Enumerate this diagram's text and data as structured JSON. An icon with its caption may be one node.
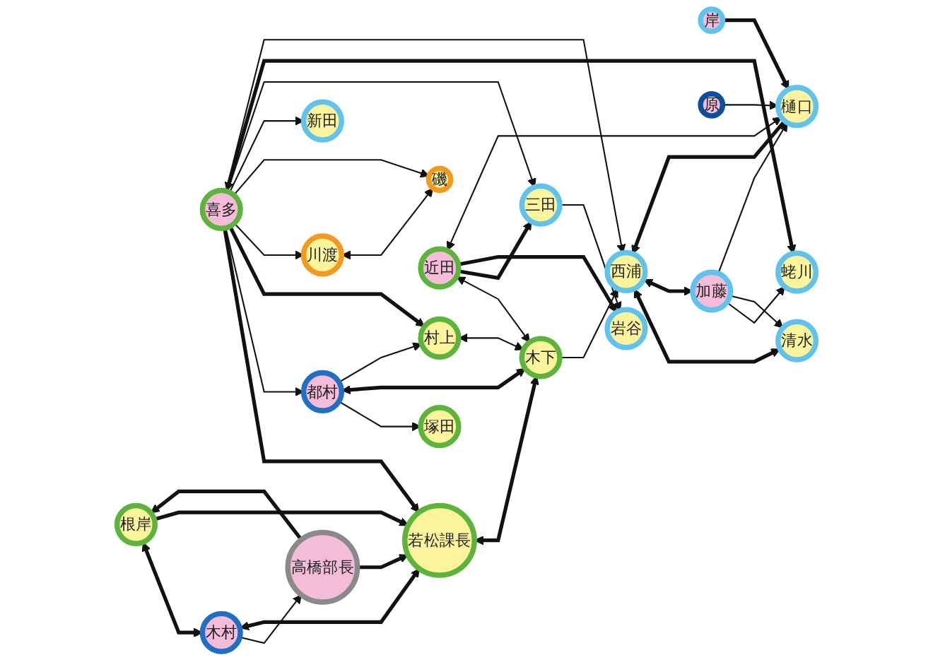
{
  "diagram": {
    "nodes": [
      {
        "text": [
          "塚田"
        ]
      },
      {
        "text": [
          "川渡"
        ]
      },
      {
        "text": [
          "磯"
        ]
      },
      {
        "text": [
          "都村"
        ]
      },
      {
        "text": [
          "新田"
        ]
      },
      {
        "text": [
          "根岸"
        ]
      },
      {
        "text": [
          "三田"
        ]
      },
      {
        "text": [
          "村上"
        ]
      },
      {
        "text": [
          "高橋部長"
        ]
      },
      {
        "text": [
          "若松課長"
        ]
      },
      {
        "text": [
          "喜多"
        ]
      },
      {
        "text": [
          "岩谷"
        ]
      },
      {
        "text": [
          "蛯川"
        ]
      },
      {
        "text": [
          "木下"
        ]
      },
      {
        "text": [
          "近田"
        ]
      },
      {
        "text": [
          "木村"
        ]
      },
      {
        "text": [
          "西浦"
        ]
      },
      {
        "text": [
          "樋口"
        ]
      },
      {
        "text": [
          "岸"
        ]
      },
      {
        "text": [
          "清水"
        ]
      },
      {
        "text": [
          "加藤"
        ]
      },
      {
        "text": [
          "原"
        ]
      }
    ],
    "edges": [
      {
        "from": 8,
        "to": 5,
        "arrow": "to",
        "style": "thick"
      },
      {
        "from": 8,
        "to": 9,
        "arrow": "to",
        "style": "thick"
      },
      {
        "from": 15,
        "to": 8,
        "arrow": "to"
      },
      {
        "from": 5,
        "to": 15,
        "arrow": "both",
        "style": "thick"
      },
      {
        "from": 5,
        "to": 9,
        "arrow": "to",
        "style": "thick"
      },
      {
        "from": 15,
        "to": 9,
        "arrow": "both",
        "style": "thick"
      },
      {
        "from": 10,
        "to": 9,
        "arrow": "to",
        "style": "thick"
      },
      {
        "from": 9,
        "to": 13,
        "arrow": "both",
        "style": "thick"
      },
      {
        "from": 3,
        "to": 0,
        "arrow": "to"
      },
      {
        "from": 3,
        "to": 13,
        "arrow": "both",
        "style": "thick"
      },
      {
        "from": 3,
        "to": 7,
        "arrow": "to"
      },
      {
        "from": 10,
        "to": 3,
        "arrow": "to"
      },
      {
        "from": 7,
        "to": 13,
        "arrow": "both"
      },
      {
        "from": 10,
        "to": 7,
        "arrow": "to",
        "style": "thick"
      },
      {
        "from": 1,
        "to": 2,
        "arrow": "both"
      },
      {
        "from": 10,
        "to": 1,
        "arrow": "to"
      },
      {
        "from": 10,
        "to": 2,
        "arrow": "to"
      },
      {
        "from": 10,
        "to": 4,
        "arrow": "to"
      },
      {
        "from": 10,
        "to": 6,
        "arrow": "to"
      },
      {
        "from": 10,
        "to": 12,
        "arrow": "both",
        "style": "thick"
      },
      {
        "from": 10,
        "to": 16,
        "arrow": "to"
      },
      {
        "from": 14,
        "to": 13,
        "arrow": "both"
      },
      {
        "from": 14,
        "to": 6,
        "arrow": "to",
        "style": "thick"
      },
      {
        "from": 14,
        "to": 11,
        "arrow": "to",
        "style": "thick"
      },
      {
        "from": 6,
        "to": 11,
        "arrow": "to"
      },
      {
        "from": 14,
        "to": 17,
        "arrow": "both"
      },
      {
        "from": 20,
        "to": 12,
        "arrow": "to"
      },
      {
        "from": 16,
        "to": 19,
        "arrow": "both",
        "style": "thick"
      },
      {
        "from": 16,
        "to": 20,
        "arrow": "both",
        "style": "thick"
      },
      {
        "from": 20,
        "to": 19,
        "arrow": "to"
      },
      {
        "from": 20,
        "to": 17,
        "arrow": "to"
      },
      {
        "from": 13,
        "to": 16,
        "arrow": "to"
      },
      {
        "from": 17,
        "to": 16,
        "arrow": "to",
        "style": "thick"
      },
      {
        "from": 18,
        "to": 17,
        "arrow": "to",
        "style": "thick"
      },
      {
        "from": 21,
        "to": 17,
        "arrow": "to"
      }
    ]
  }
}
